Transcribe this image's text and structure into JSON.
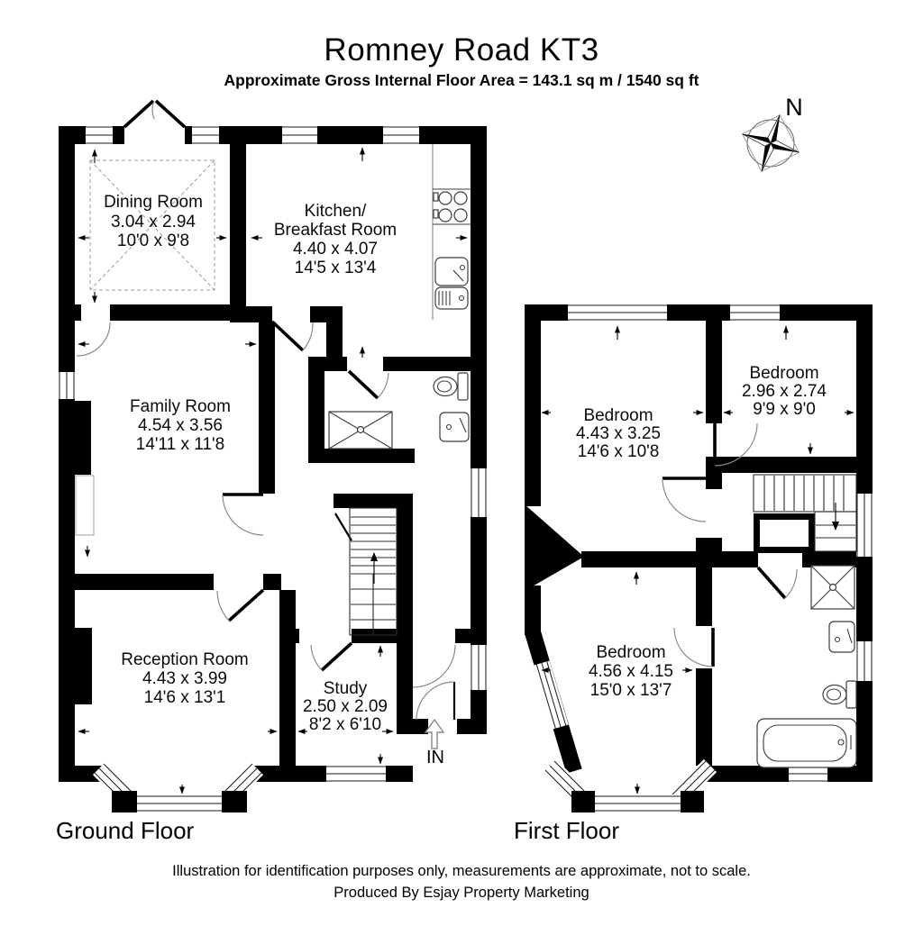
{
  "header": {
    "title": "Romney Road KT3",
    "subtitle": "Approximate Gross Internal Floor Area = 143.1 sq m / 1540 sq ft"
  },
  "compass": {
    "north": "N"
  },
  "floors": {
    "ground": {
      "label": "Ground Floor",
      "entrance": "IN",
      "rooms": {
        "dining": {
          "name": "Dining Room",
          "metric": "3.04 x 2.94",
          "imperial": "10'0 x 9'8"
        },
        "kitchen": {
          "name_line1": "Kitchen/",
          "name_line2": "Breakfast Room",
          "metric": "4.40 x 4.07",
          "imperial": "14'5 x 13'4"
        },
        "family": {
          "name": "Family Room",
          "metric": "4.54 x 3.56",
          "imperial": "14'11 x 11'8"
        },
        "reception": {
          "name": "Reception Room",
          "metric": "4.43 x 3.99",
          "imperial": "14'6 x 13'1"
        },
        "study": {
          "name": "Study",
          "metric": "2.50 x 2.09",
          "imperial": "8'2 x 6'10"
        }
      }
    },
    "first": {
      "label": "First Floor",
      "rooms": {
        "bedroom1": {
          "name": "Bedroom",
          "metric": "4.43 x 3.25",
          "imperial": "14'6 x 10'8"
        },
        "bedroom2": {
          "name": "Bedroom",
          "metric": "2.96 x 2.74",
          "imperial": "9'9 x 9'0"
        },
        "bedroom3": {
          "name": "Bedroom",
          "metric": "4.56 x 4.15",
          "imperial": "15'0 x 13'7"
        }
      }
    }
  },
  "footer": {
    "line1": "Illustration for identification purposes only, measurements are approximate, not to scale.",
    "line2": "Produced By Esjay Property Marketing"
  }
}
